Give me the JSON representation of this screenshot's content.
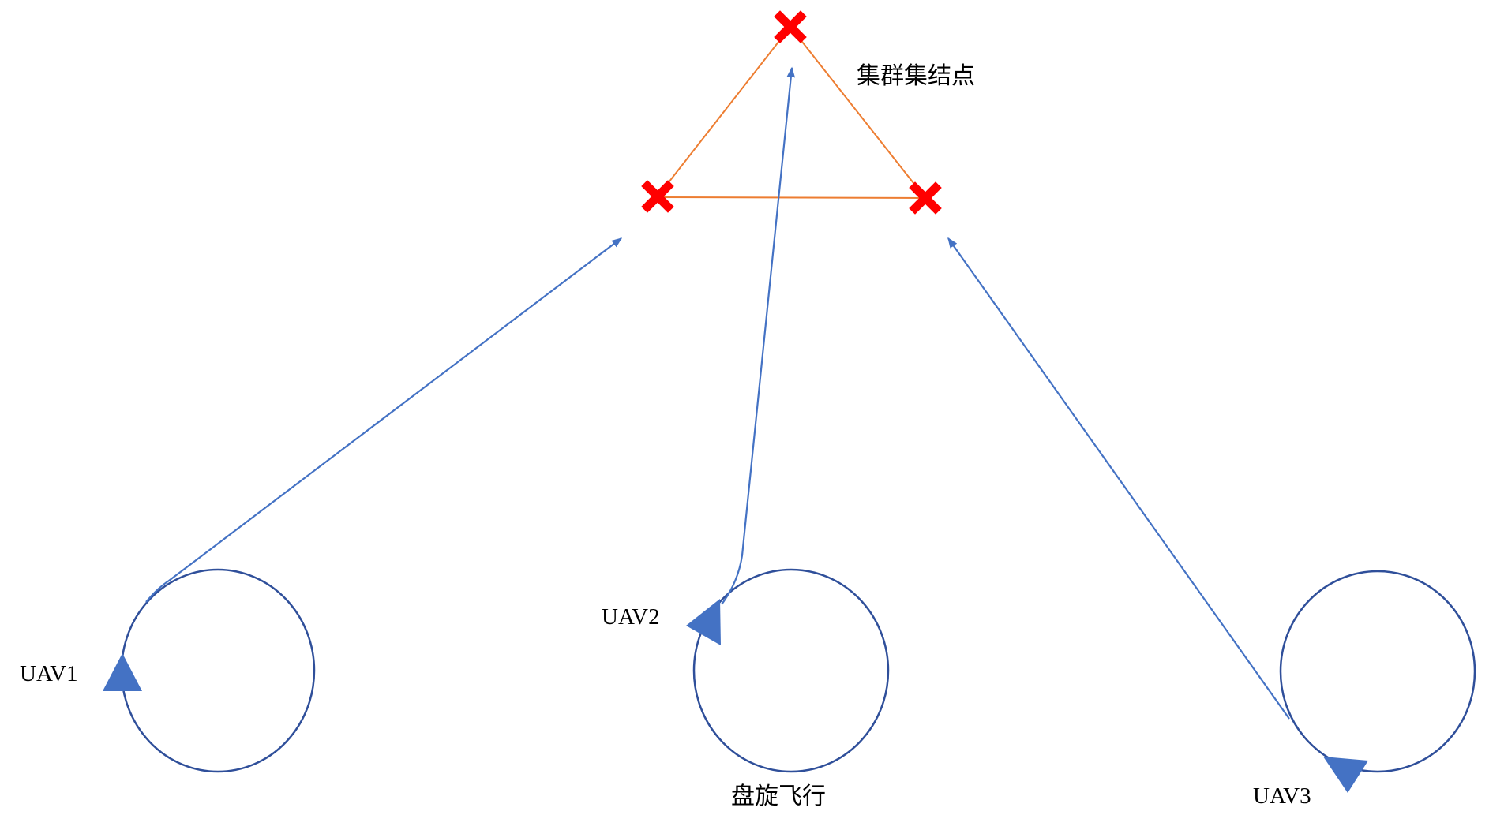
{
  "colors": {
    "circle_stroke": "#2f4f9a",
    "path_stroke": "#4472c4",
    "uav_fill": "#4472c4",
    "formation_edge": "#ed7d31",
    "rally_marker": "#ff0000"
  },
  "labels": {
    "rally_point": "集群集结点",
    "loiter": "盘旋飞行"
  },
  "uavs": [
    {
      "name": "UAV1"
    },
    {
      "name": "UAV2"
    },
    {
      "name": "UAV3"
    }
  ],
  "icons": {
    "rally_marker": "cross-mark-icon",
    "uav": "triangle-icon"
  }
}
